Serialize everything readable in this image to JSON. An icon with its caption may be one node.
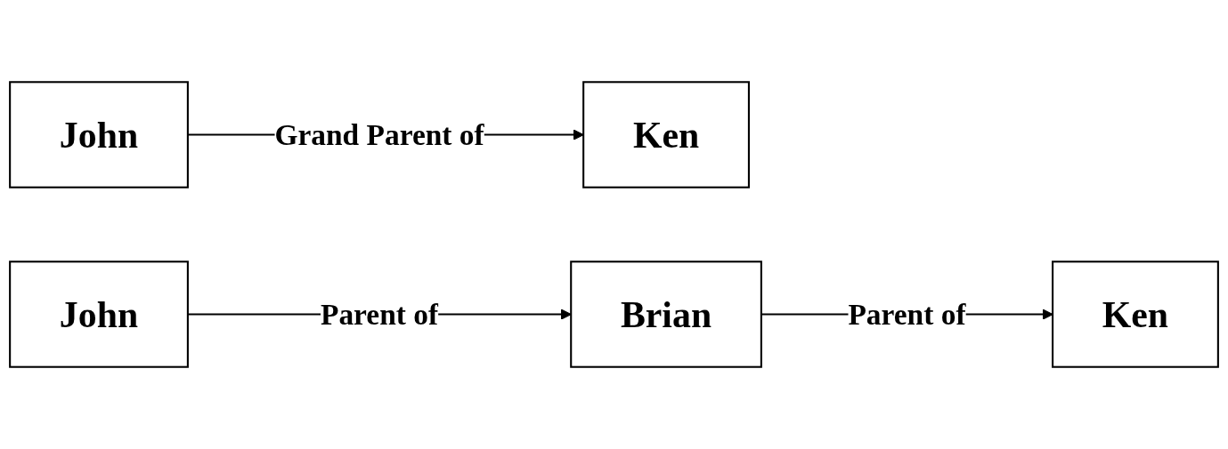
{
  "diagram": {
    "nodes": [
      {
        "text": [
          "John"
        ]
      },
      {
        "text": [
          "Ken"
        ]
      },
      {
        "text": [
          "John"
        ]
      },
      {
        "text": [
          "Brian"
        ]
      },
      {
        "text": [
          "Ken"
        ]
      }
    ],
    "edges": [
      {
        "from": 0,
        "to": 1,
        "arrow": "to",
        "label": "Grand Parent of"
      },
      {
        "from": 2,
        "to": 3,
        "arrow": "to",
        "label": "Parent of"
      },
      {
        "from": 3,
        "to": 4,
        "arrow": "to",
        "label": "Parent of"
      }
    ]
  }
}
